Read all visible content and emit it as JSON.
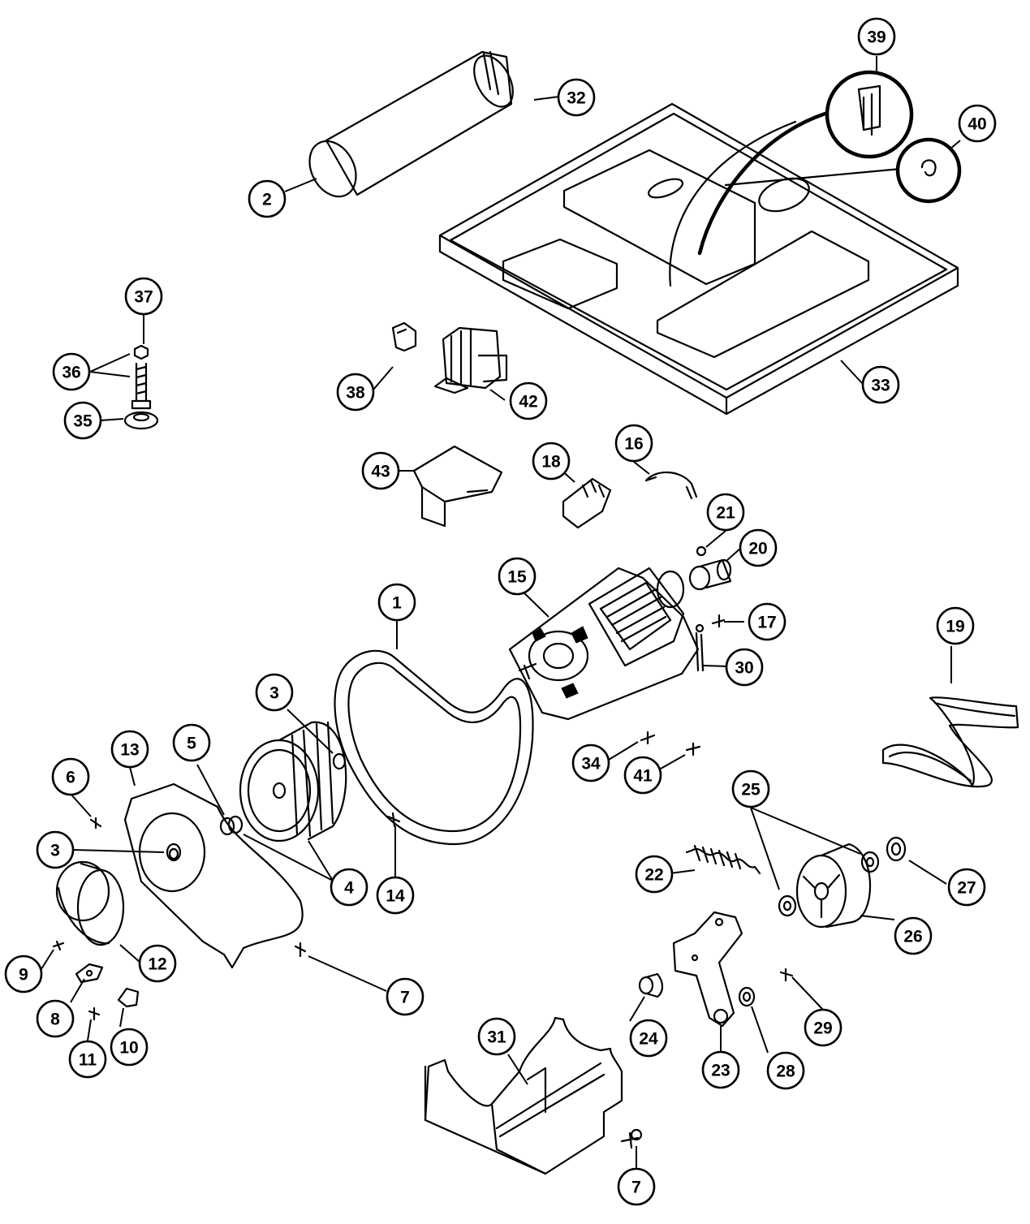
{
  "callouts": [
    {
      "id": "c1",
      "label": "1"
    },
    {
      "id": "c2",
      "label": "2"
    },
    {
      "id": "c3a",
      "label": "3"
    },
    {
      "id": "c3b",
      "label": "3"
    },
    {
      "id": "c4",
      "label": "4"
    },
    {
      "id": "c5",
      "label": "5"
    },
    {
      "id": "c6",
      "label": "6"
    },
    {
      "id": "c7a",
      "label": "7"
    },
    {
      "id": "c7b",
      "label": "7"
    },
    {
      "id": "c8",
      "label": "8"
    },
    {
      "id": "c9",
      "label": "9"
    },
    {
      "id": "c10",
      "label": "10"
    },
    {
      "id": "c11",
      "label": "11"
    },
    {
      "id": "c12",
      "label": "12"
    },
    {
      "id": "c13",
      "label": "13"
    },
    {
      "id": "c14",
      "label": "14"
    },
    {
      "id": "c15",
      "label": "15"
    },
    {
      "id": "c16",
      "label": "16"
    },
    {
      "id": "c17",
      "label": "17"
    },
    {
      "id": "c18",
      "label": "18"
    },
    {
      "id": "c19",
      "label": "19"
    },
    {
      "id": "c20",
      "label": "20"
    },
    {
      "id": "c21",
      "label": "21"
    },
    {
      "id": "c22",
      "label": "22"
    },
    {
      "id": "c23",
      "label": "23"
    },
    {
      "id": "c24",
      "label": "24"
    },
    {
      "id": "c25",
      "label": "25"
    },
    {
      "id": "c26",
      "label": "26"
    },
    {
      "id": "c27",
      "label": "27"
    },
    {
      "id": "c28",
      "label": "28"
    },
    {
      "id": "c29",
      "label": "29"
    },
    {
      "id": "c30",
      "label": "30"
    },
    {
      "id": "c31",
      "label": "31"
    },
    {
      "id": "c32",
      "label": "32"
    },
    {
      "id": "c33",
      "label": "33"
    },
    {
      "id": "c34",
      "label": "34"
    },
    {
      "id": "c35",
      "label": "35"
    },
    {
      "id": "c36",
      "label": "36"
    },
    {
      "id": "c37",
      "label": "37"
    },
    {
      "id": "c38",
      "label": "38"
    },
    {
      "id": "c39",
      "label": "39"
    },
    {
      "id": "c40",
      "label": "40"
    },
    {
      "id": "c41",
      "label": "41"
    },
    {
      "id": "c42",
      "label": "42"
    },
    {
      "id": "c43",
      "label": "43"
    }
  ]
}
